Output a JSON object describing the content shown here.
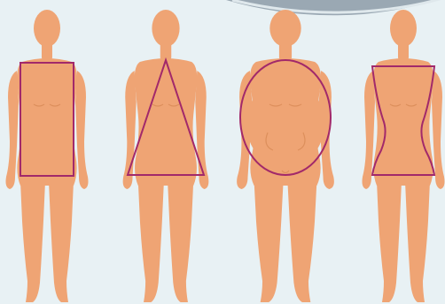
{
  "colors": {
    "background": "#e8f1f4",
    "corner_shape": "#9aa8b3",
    "skin": "#efa474",
    "skin_shade": "#dd8f5c",
    "outline": "#a2296a"
  },
  "figures": [
    {
      "shape": "rectangle"
    },
    {
      "shape": "triangle"
    },
    {
      "shape": "oval"
    },
    {
      "shape": "hourglass"
    }
  ]
}
